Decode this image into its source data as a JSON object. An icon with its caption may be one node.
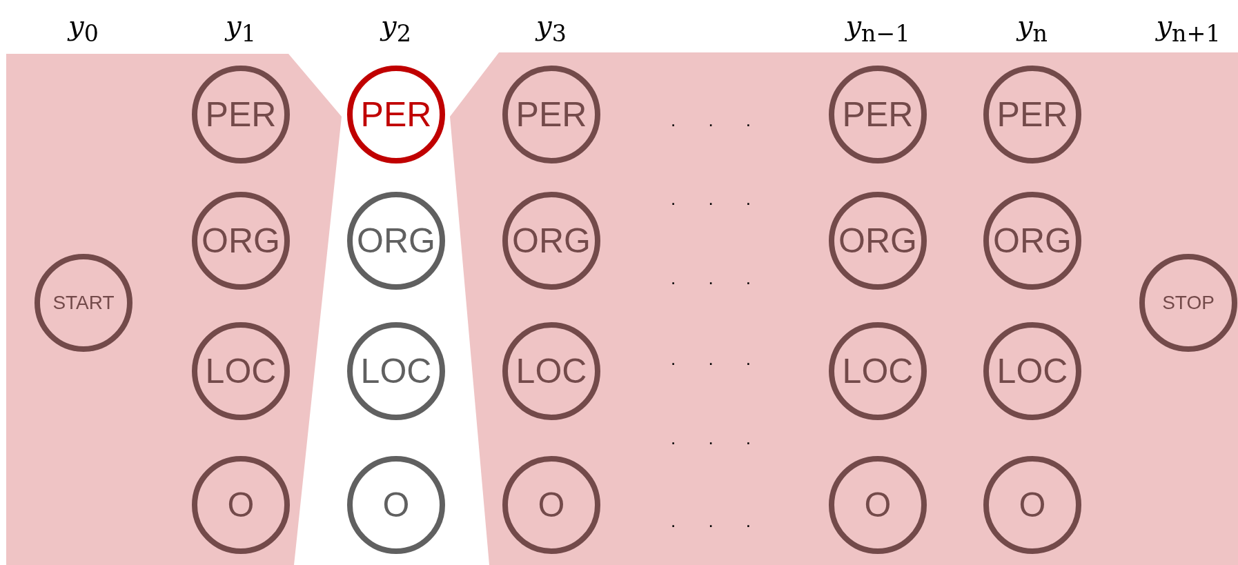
{
  "diagram": {
    "nodes": [
      {
        "text": [
          "START"
        ]
      },
      {
        "text": [
          "PER"
        ]
      },
      {
        "text": [
          "ORG"
        ]
      },
      {
        "text": [
          "LOC"
        ]
      },
      {
        "text": [
          "O"
        ]
      },
      {
        "text": [
          "PER"
        ]
      },
      {
        "text": [
          "ORG"
        ]
      },
      {
        "text": [
          "LOC"
        ]
      },
      {
        "text": [
          "O"
        ]
      },
      {
        "text": [
          "PER"
        ]
      },
      {
        "text": [
          "ORG"
        ]
      },
      {
        "text": [
          "LOC"
        ]
      },
      {
        "text": [
          "O"
        ]
      },
      {
        "text": [
          "PER"
        ]
      },
      {
        "text": [
          "ORG"
        ]
      },
      {
        "text": [
          "LOC"
        ]
      },
      {
        "text": [
          "O"
        ]
      },
      {
        "text": [
          "PER"
        ]
      },
      {
        "text": [
          "ORG"
        ]
      },
      {
        "text": [
          "LOC"
        ]
      },
      {
        "text": [
          "O"
        ]
      },
      {
        "text": [
          "STOP"
        ]
      }
    ],
    "labels": [
      "*y*$_{0}$",
      "*y*$_{1}$",
      "*y*$_{2}$",
      "*y*$_{3}$",
      "*y*$_{n−1}$",
      "*y*$_{n}$",
      "*y*$_{n+1}$",
      ". . .",
      ". . .",
      ". . .",
      ". . .",
      ". . .",
      ". . ."
    ]
  }
}
